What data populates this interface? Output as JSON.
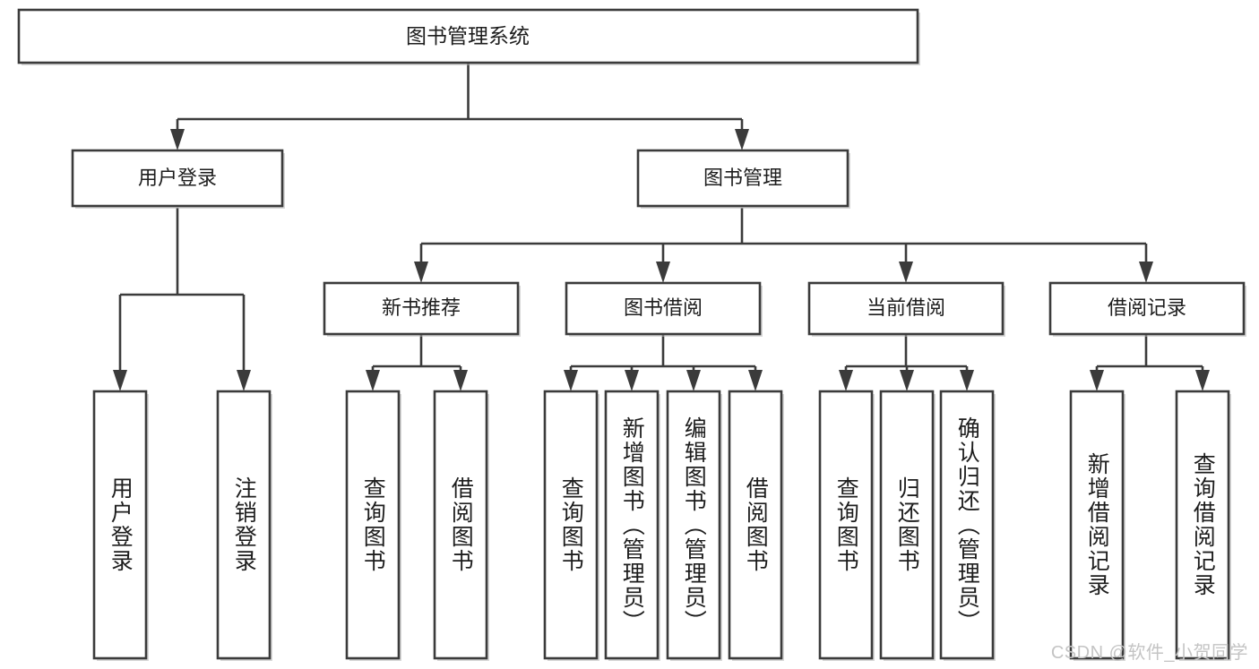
{
  "diagram": {
    "type": "tree",
    "title": "图书管理系统",
    "root": {
      "label": "图书管理系统"
    },
    "level2": [
      {
        "label": "用户登录"
      },
      {
        "label": "图书管理"
      }
    ],
    "level3": [
      {
        "label": "新书推荐"
      },
      {
        "label": "图书借阅"
      },
      {
        "label": "当前借阅"
      },
      {
        "label": "借阅记录"
      }
    ],
    "leaves": {
      "user_login": [
        {
          "label": "用户登录"
        },
        {
          "label": "注销登录"
        }
      ],
      "new_book_recommend": [
        {
          "label": "查询图书"
        },
        {
          "label": "借阅图书"
        }
      ],
      "book_borrow": [
        {
          "label": "查询图书"
        },
        {
          "label": "新增图书（管理员）"
        },
        {
          "label": "编辑图书（管理员）"
        },
        {
          "label": "借阅图书"
        }
      ],
      "current_borrow": [
        {
          "label": "查询图书"
        },
        {
          "label": "归还图书"
        },
        {
          "label": "确认归还（管理员）"
        }
      ],
      "borrow_record": [
        {
          "label": "新增借阅记录"
        },
        {
          "label": "查询借阅记录"
        }
      ]
    }
  },
  "watermark": {
    "text": "CSDN @软件_小贺同学"
  },
  "colors": {
    "box_stroke": "#3b3b3b",
    "box_fill": "#ffffff",
    "text": "#1d1d1d",
    "background": "#ffffff",
    "watermark": "#c4c4c4"
  }
}
